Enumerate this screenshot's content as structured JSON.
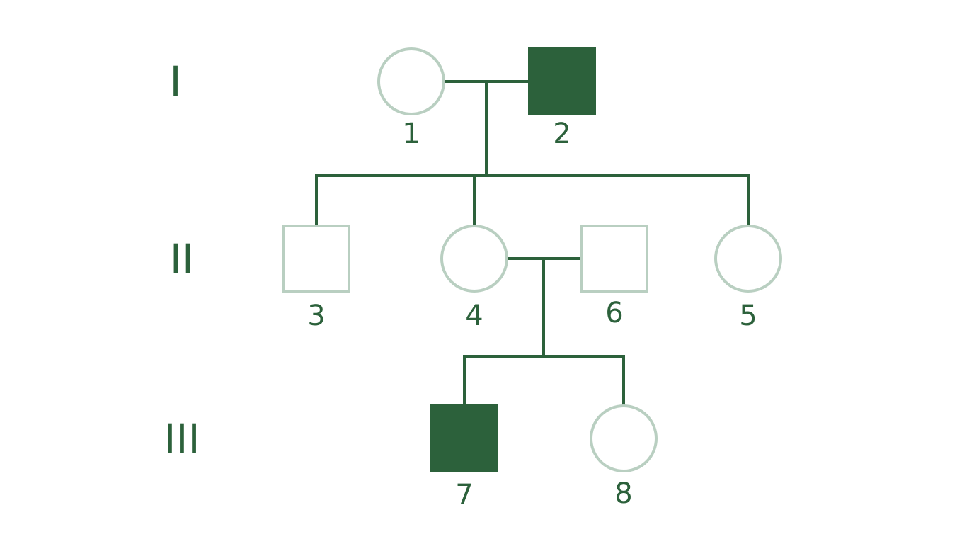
{
  "colors": {
    "affected": "#2c613b",
    "unaffected_stroke": "#b9cfc1",
    "line": "#2c613b",
    "text": "#2c613b"
  },
  "generations": [
    {
      "label": "I"
    },
    {
      "label": "II"
    },
    {
      "label": "III"
    }
  ],
  "individuals": [
    {
      "id": "1",
      "label": "1",
      "sex": "female",
      "affected": false,
      "generation": "I"
    },
    {
      "id": "2",
      "label": "2",
      "sex": "male",
      "affected": true,
      "generation": "I"
    },
    {
      "id": "3",
      "label": "3",
      "sex": "male",
      "affected": false,
      "generation": "II"
    },
    {
      "id": "4",
      "label": "4",
      "sex": "female",
      "affected": false,
      "generation": "II"
    },
    {
      "id": "6",
      "label": "6",
      "sex": "male",
      "affected": false,
      "generation": "II"
    },
    {
      "id": "5",
      "label": "5",
      "sex": "female",
      "affected": false,
      "generation": "II"
    },
    {
      "id": "7",
      "label": "7",
      "sex": "male",
      "affected": true,
      "generation": "III"
    },
    {
      "id": "8",
      "label": "8",
      "sex": "female",
      "affected": false,
      "generation": "III"
    }
  ],
  "matings": [
    {
      "partners": [
        "1",
        "2"
      ],
      "children": [
        "3",
        "4",
        "5"
      ]
    },
    {
      "partners": [
        "4",
        "6"
      ],
      "children": [
        "7",
        "8"
      ]
    }
  ]
}
